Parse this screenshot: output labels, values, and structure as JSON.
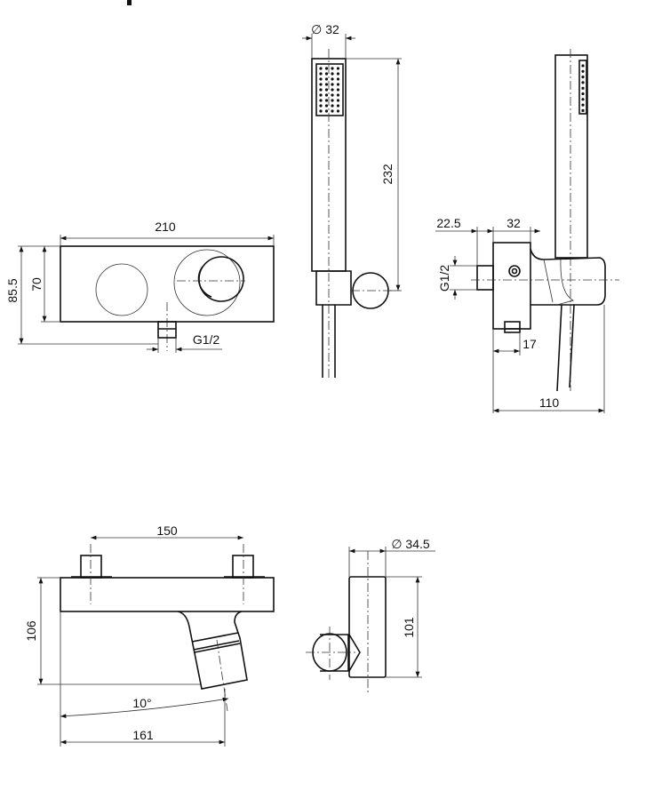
{
  "drawing": {
    "title": "Shower mixer with hand shower – dimensional drawing",
    "units": "mm",
    "front_view": {
      "width": "210",
      "height_total": "85.5",
      "height_body": "70",
      "outlet_thread": "G1/2"
    },
    "hand_shower": {
      "diameter": "∅ 32",
      "length": "232"
    },
    "side_view": {
      "offset_connector": "22.5",
      "body_depth": "32",
      "connector_thread": "G1/2",
      "outlet_offset": "17",
      "total_depth": "110"
    },
    "bath_mixer_view": {
      "centers": "150",
      "height": "106",
      "angle": "10°",
      "projection": "161"
    },
    "holder_view": {
      "diameter": "∅ 34.5",
      "height": "101"
    }
  }
}
